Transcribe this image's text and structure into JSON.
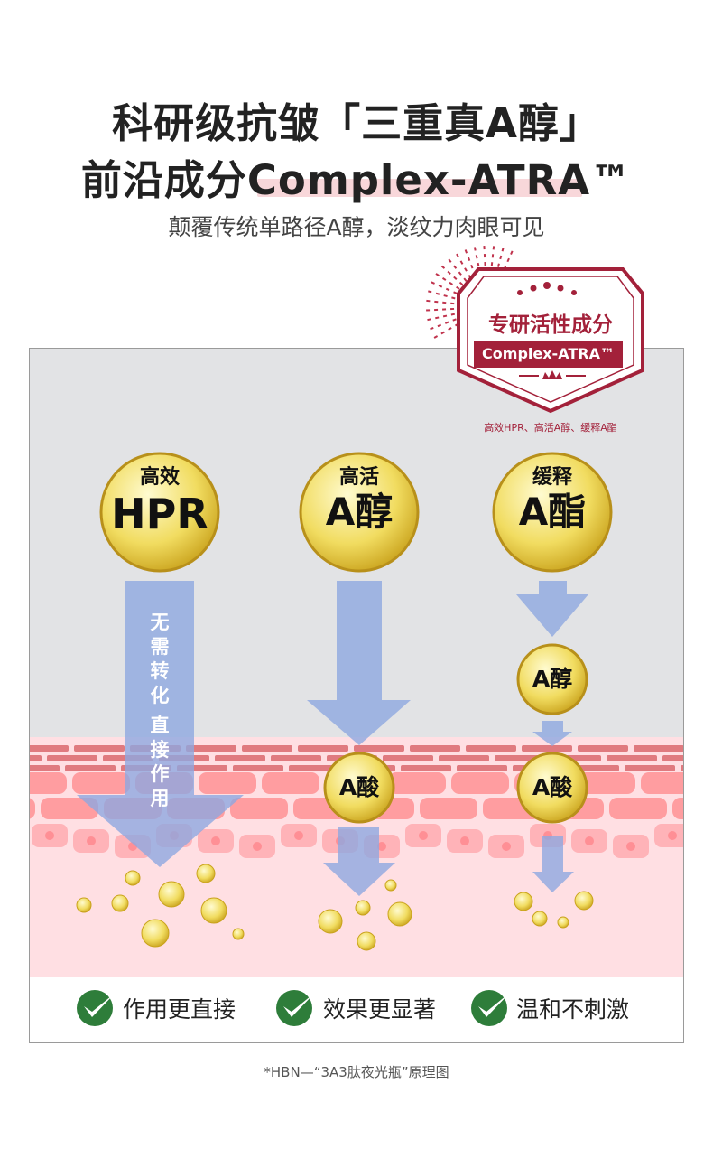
{
  "header": {
    "title_line1": "科研级抗皱「三重真A醇」",
    "title_line2": "前沿成分Complex-ATRA™",
    "subtitle": "颠覆传统单路径A醇，淡纹力肉眼可见"
  },
  "badge": {
    "title": "专研活性成分",
    "name": "Complex-ATRA™",
    "subtitle": "高效HPR、高活A醇、缓释A酯"
  },
  "ingredients": [
    {
      "top": "高效",
      "main": "HPR"
    },
    {
      "top": "高活",
      "main": "A醇"
    },
    {
      "top": "缓释",
      "main": "A酯"
    }
  ],
  "pathway": {
    "hpr_note_1": "无需转化",
    "hpr_note_2": "直接作用",
    "intermediate": "A醇",
    "acid": "A酸"
  },
  "benefits": [
    "作用更直接",
    "效果更显著",
    "温和不刺激"
  ],
  "colors": {
    "badge": "#a3213a",
    "arrow": "#9bb3e3",
    "check": "#2e7d3a",
    "gold": "#e8c93a"
  },
  "footnote": "*HBN—“3A3肽夜光瓶”原理图"
}
